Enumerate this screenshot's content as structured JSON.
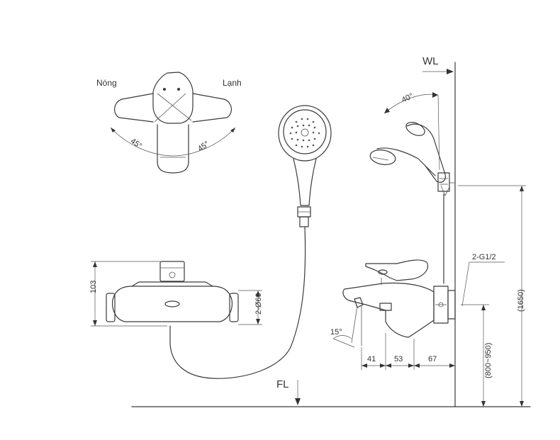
{
  "top_view": {
    "label_hot": "Nóng",
    "label_cold": "Lạnh",
    "angle_left": "45°",
    "angle_right": "45°"
  },
  "side_view": {
    "angle_tilt": "40°",
    "angle_spout": "15°"
  },
  "dimensions": {
    "height_103": "103",
    "diameter": "2-Ø60",
    "thread": "2-G1/2",
    "d41": "41",
    "d53": "53",
    "d67": "67",
    "range_800_950": "(800~950)",
    "h1650": "(1650)"
  },
  "labels": {
    "wall_line": "WL",
    "floor_line": "FL"
  }
}
